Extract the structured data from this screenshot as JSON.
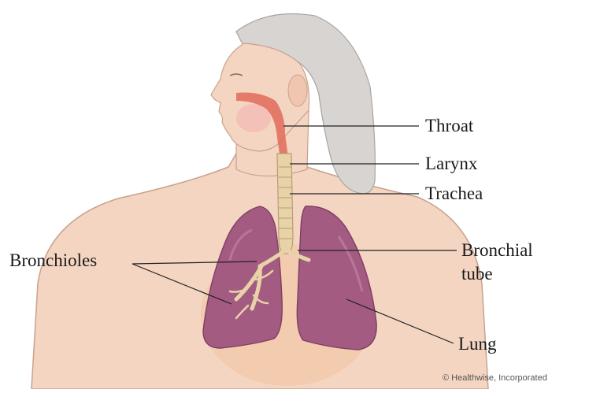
{
  "labels": {
    "throat": "Throat",
    "larynx": "Larynx",
    "trachea": "Trachea",
    "bronchioles": "Bronchioles",
    "bronchial_line1": "Bronchial",
    "bronchial_line2": "tube",
    "lung": "Lung"
  },
  "credit": "© Healthwise, Incorporated",
  "colors": {
    "skin": "#f4d5c2",
    "skin_outline": "#c9a28e",
    "hair": "#d7d4d2",
    "lung": "#a45b82",
    "lung_dark": "#7e3f63",
    "airway": "#e8d3a8",
    "throat_red": "#e06a5a",
    "leader_line": "#222222"
  }
}
